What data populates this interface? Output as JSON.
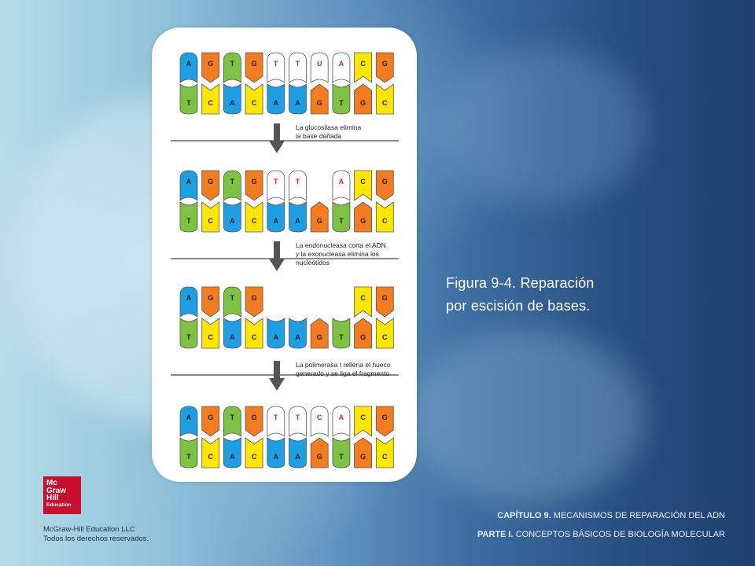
{
  "figure": {
    "rows": [
      {
        "top": [
          {
            "b": "A",
            "c": "blue"
          },
          {
            "b": "G",
            "c": "orange"
          },
          {
            "b": "T",
            "c": "green"
          },
          {
            "b": "G",
            "c": "orange"
          },
          {
            "b": "T",
            "c": "white"
          },
          {
            "b": "T",
            "c": "white"
          },
          {
            "b": "U",
            "c": "white"
          },
          {
            "b": "A",
            "c": "white"
          },
          {
            "b": "C",
            "c": "yellow"
          },
          {
            "b": "G",
            "c": "orange"
          }
        ],
        "bottom": [
          {
            "b": "T",
            "c": "green"
          },
          {
            "b": "C",
            "c": "yellow"
          },
          {
            "b": "A",
            "c": "blue"
          },
          {
            "b": "C",
            "c": "yellow"
          },
          {
            "b": "A",
            "c": "blue"
          },
          {
            "b": "A",
            "c": "blue"
          },
          {
            "b": "G",
            "c": "orange"
          },
          {
            "b": "T",
            "c": "green"
          },
          {
            "b": "G",
            "c": "orange"
          },
          {
            "b": "C",
            "c": "yellow"
          }
        ]
      },
      {
        "top": [
          {
            "b": "A",
            "c": "blue"
          },
          {
            "b": "G",
            "c": "orange"
          },
          {
            "b": "T",
            "c": "green"
          },
          {
            "b": "G",
            "c": "orange"
          },
          {
            "b": "T",
            "c": "white"
          },
          {
            "b": "T",
            "c": "white"
          },
          {
            "b": "",
            "c": "gap-base"
          },
          {
            "b": "A",
            "c": "white"
          },
          {
            "b": "C",
            "c": "yellow"
          },
          {
            "b": "G",
            "c": "orange"
          }
        ],
        "bottom": [
          {
            "b": "T",
            "c": "green"
          },
          {
            "b": "C",
            "c": "yellow"
          },
          {
            "b": "A",
            "c": "blue"
          },
          {
            "b": "C",
            "c": "yellow"
          },
          {
            "b": "A",
            "c": "blue"
          },
          {
            "b": "A",
            "c": "blue"
          },
          {
            "b": "G",
            "c": "orange"
          },
          {
            "b": "T",
            "c": "green"
          },
          {
            "b": "G",
            "c": "orange"
          },
          {
            "b": "C",
            "c": "yellow"
          }
        ]
      },
      {
        "top": [
          {
            "b": "A",
            "c": "blue"
          },
          {
            "b": "G",
            "c": "orange"
          },
          {
            "b": "T",
            "c": "green"
          },
          {
            "b": "G",
            "c": "orange"
          },
          {
            "b": "",
            "c": "empty"
          },
          {
            "b": "",
            "c": "empty"
          },
          {
            "b": "",
            "c": "empty"
          },
          {
            "b": "",
            "c": "empty"
          },
          {
            "b": "C",
            "c": "yellow"
          },
          {
            "b": "G",
            "c": "orange"
          }
        ],
        "bottom": [
          {
            "b": "T",
            "c": "green"
          },
          {
            "b": "C",
            "c": "yellow"
          },
          {
            "b": "A",
            "c": "blue"
          },
          {
            "b": "C",
            "c": "yellow"
          },
          {
            "b": "A",
            "c": "blue"
          },
          {
            "b": "A",
            "c": "blue"
          },
          {
            "b": "G",
            "c": "orange"
          },
          {
            "b": "T",
            "c": "green"
          },
          {
            "b": "G",
            "c": "orange"
          },
          {
            "b": "C",
            "c": "yellow"
          }
        ]
      },
      {
        "top": [
          {
            "b": "A",
            "c": "blue"
          },
          {
            "b": "G",
            "c": "orange"
          },
          {
            "b": "T",
            "c": "green"
          },
          {
            "b": "G",
            "c": "orange"
          },
          {
            "b": "T",
            "c": "white"
          },
          {
            "b": "T",
            "c": "white"
          },
          {
            "b": "C",
            "c": "white"
          },
          {
            "b": "A",
            "c": "white"
          },
          {
            "b": "C",
            "c": "yellow"
          },
          {
            "b": "G",
            "c": "orange"
          }
        ],
        "bottom": [
          {
            "b": "T",
            "c": "green"
          },
          {
            "b": "C",
            "c": "yellow"
          },
          {
            "b": "A",
            "c": "blue"
          },
          {
            "b": "C",
            "c": "yellow"
          },
          {
            "b": "A",
            "c": "blue"
          },
          {
            "b": "A",
            "c": "blue"
          },
          {
            "b": "G",
            "c": "orange"
          },
          {
            "b": "T",
            "c": "green"
          },
          {
            "b": "G",
            "c": "orange"
          },
          {
            "b": "C",
            "c": "yellow"
          }
        ]
      }
    ],
    "steps": [
      [
        "La glucosilasa elimina",
        "la base dañada"
      ],
      [
        "La endonucleasa corta el ADN",
        "y la exonucleasa elimina los",
        "nucleótidos"
      ],
      [
        "La polimerasa I rellena el hueco",
        "generado y se liga el fragmento"
      ]
    ],
    "colors": {
      "blue": "#1e9fe3",
      "orange": "#f47c20",
      "green": "#7dc242",
      "yellow": "#ffe600",
      "white": "#ffffff",
      "outline": "#555555",
      "redLetter": "#e8202a",
      "arrow": "#555555",
      "divider": "#444444"
    }
  },
  "caption": {
    "line1": "Figura 9-4. Reparación",
    "line2": "por escisión de bases."
  },
  "footer": {
    "chapter_label": "CAPÍTULO 9.",
    "chapter_title": "MECANISMOS DE REPARACIÓN DEL ADN",
    "part_label": "PARTE I.",
    "part_title": "CONCEPTOS BÁSICOS DE BIOLOGÍA MOLECULAR"
  },
  "logo": {
    "line1": "Mc",
    "line2": "Graw",
    "line3": "Hill",
    "line4": "Education"
  },
  "copyright": {
    "line1": "McGraw-Hill Education LLC",
    "line2": "Todos los derechos reservados."
  }
}
